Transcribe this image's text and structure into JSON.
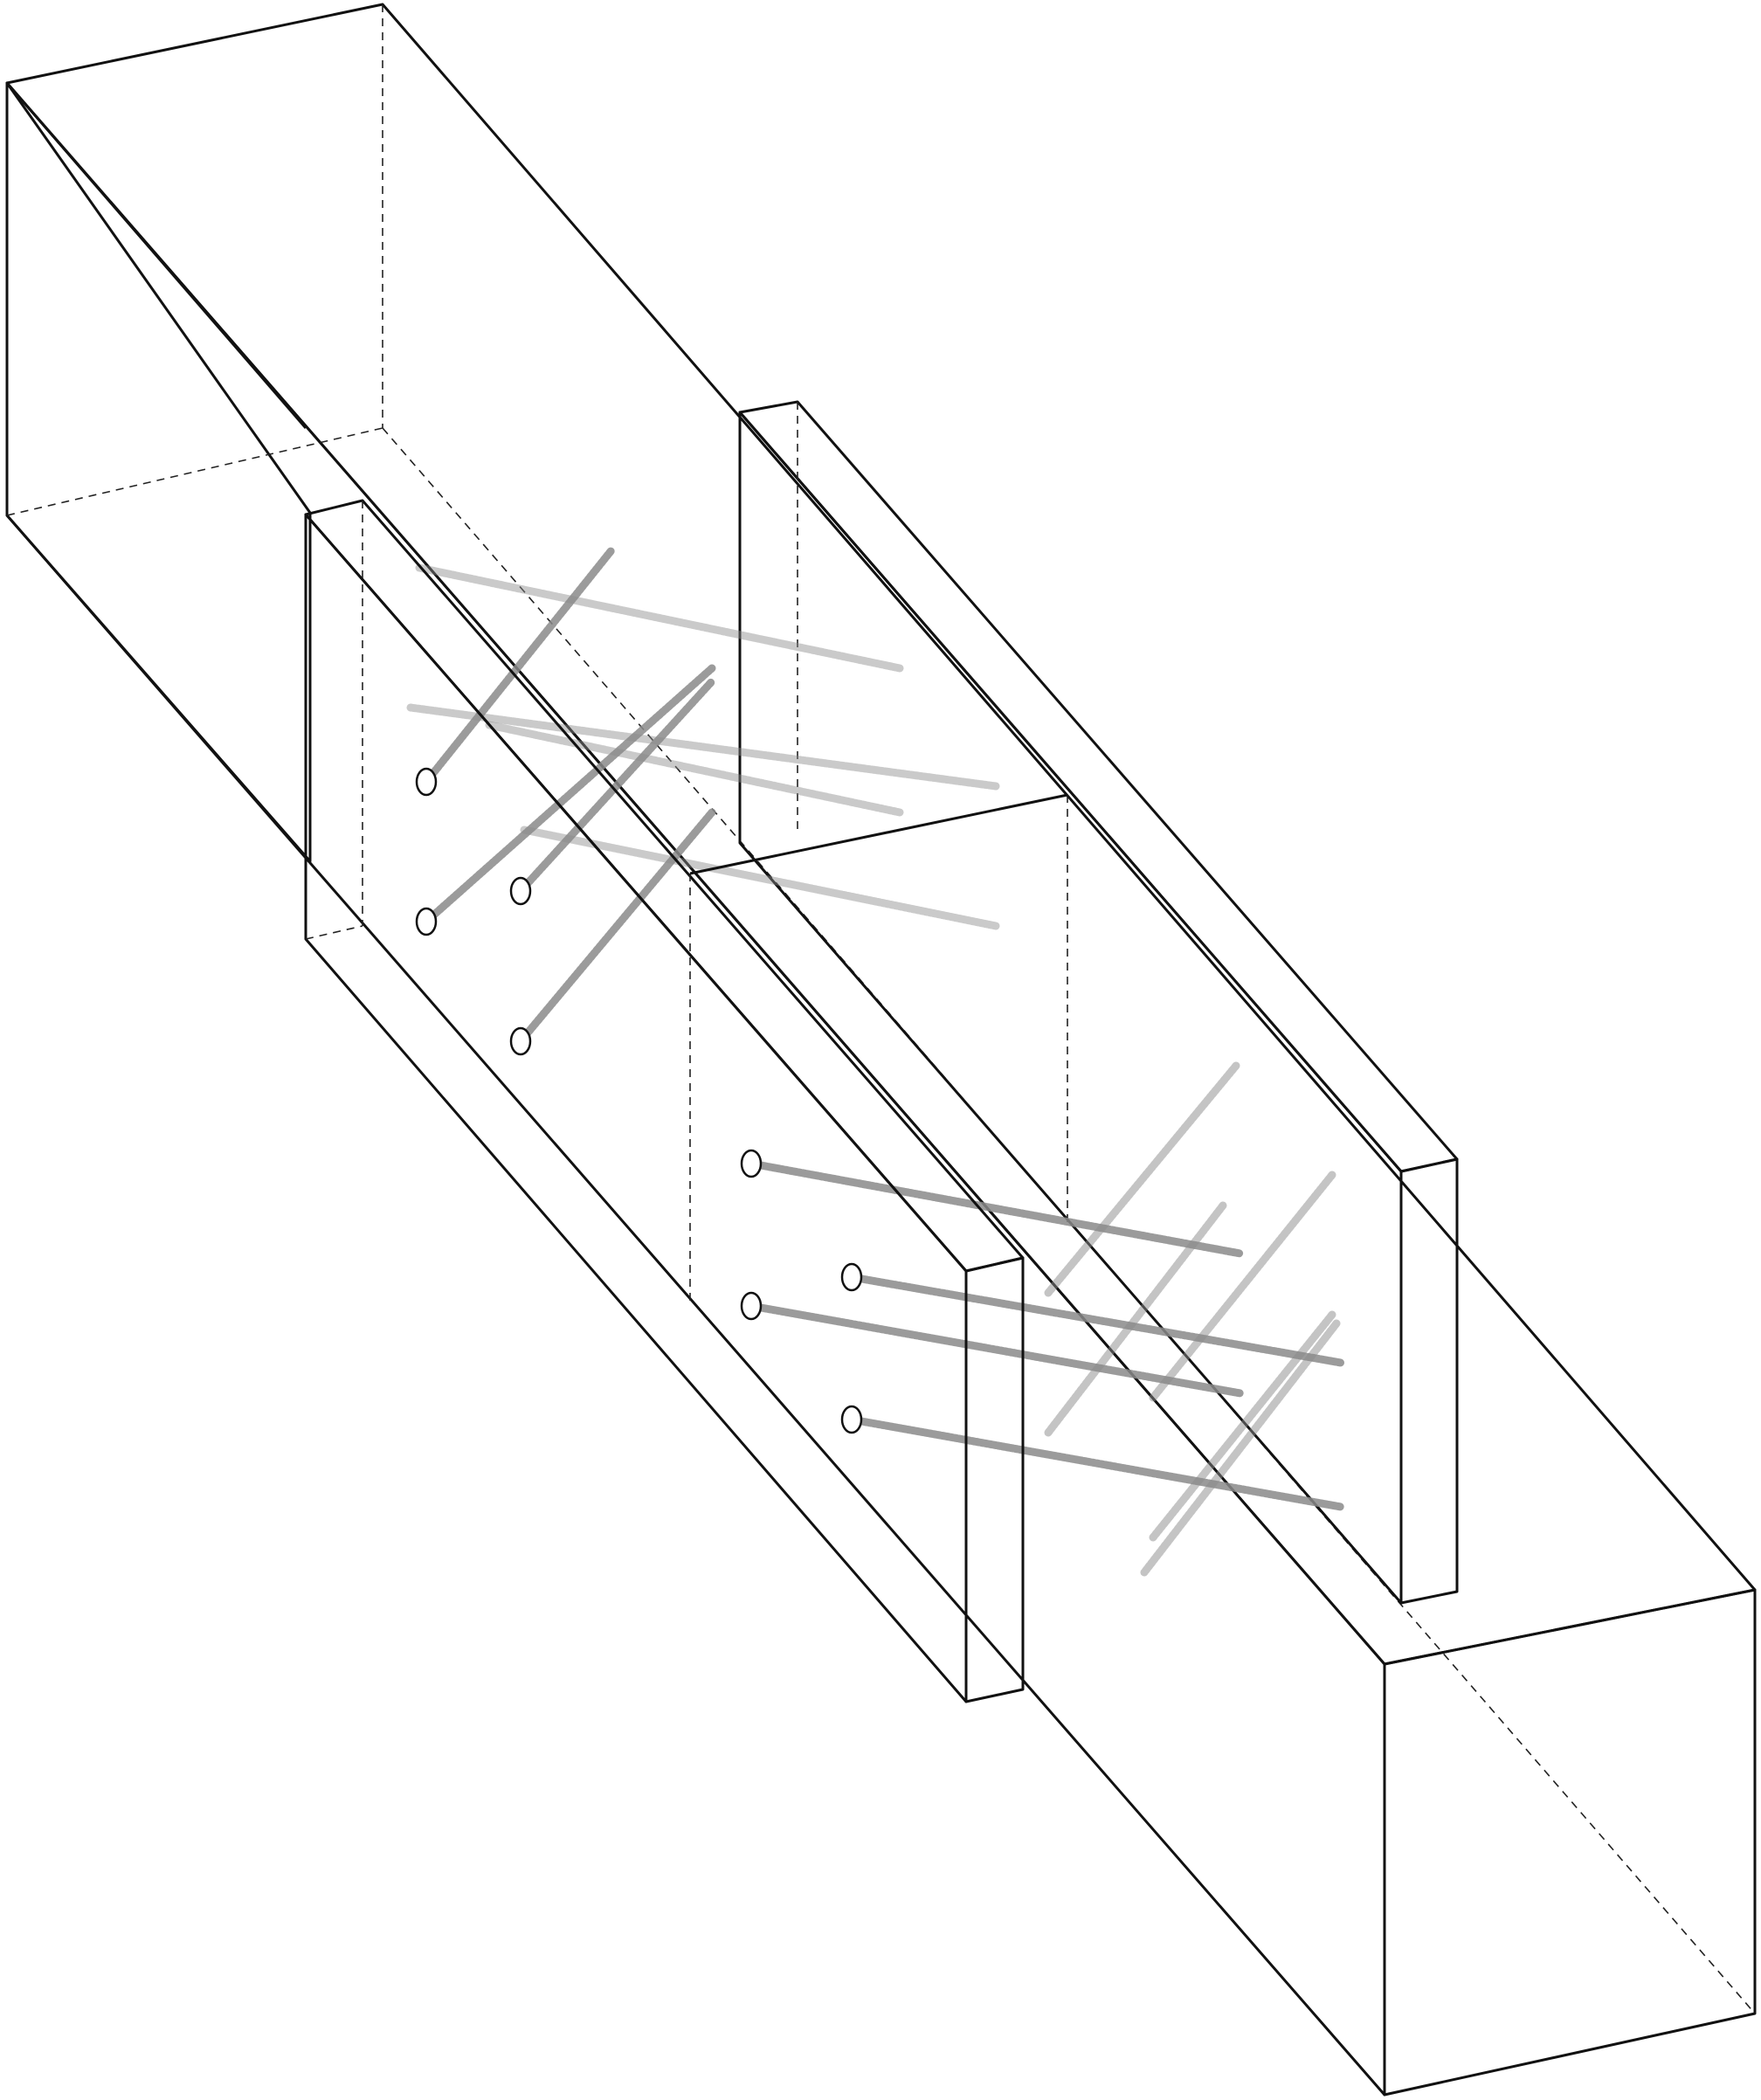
{
  "colors": {
    "wood": "#DEC28A",
    "plate_face": "#BFBFBF",
    "plate_top": "#EDEDED",
    "plate_edge": "#6E6E6E",
    "outline": "#111111",
    "screw": "#8A8A8A",
    "screw_head": "#FFFFFF"
  },
  "parts": {
    "beam": "wood-beam",
    "plate_near": "steel-side-plate-front",
    "plate_far": "steel-side-plate-back",
    "fasteners": "self-tapping-screws"
  }
}
